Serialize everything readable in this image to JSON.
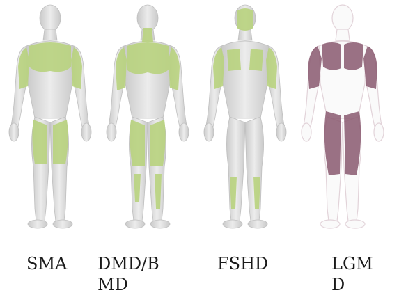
{
  "figures": [
    {
      "label": "SMA",
      "highlight": "#b9d37f"
    },
    {
      "label": "DMD/B\nMD",
      "highlight": "#b9d37f"
    },
    {
      "label": "FSHD",
      "highlight": "#b9d37f"
    },
    {
      "label": "LGM\nD",
      "highlight": "#8a5a70"
    }
  ],
  "body_color": "#d9d9d9"
}
